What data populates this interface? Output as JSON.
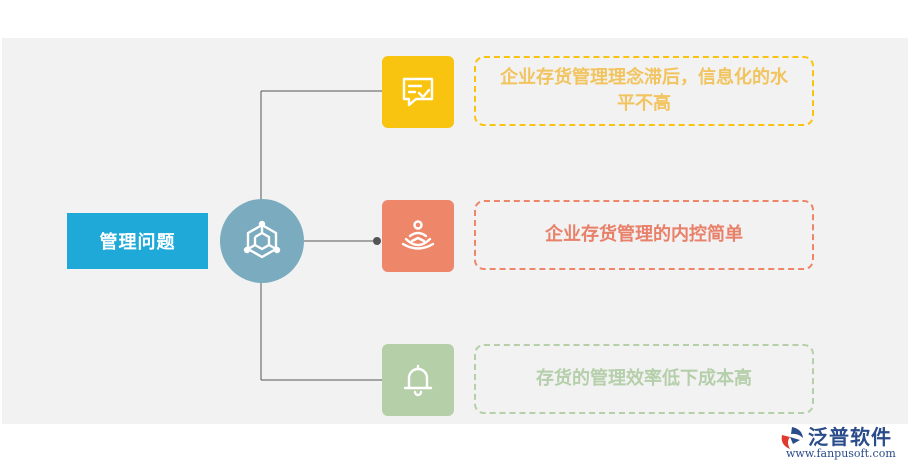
{
  "root": {
    "label": "管理问题"
  },
  "branches": [
    {
      "text": "企业存货管理理念滞后，信息化的水平不高",
      "icon": "message-check-icon",
      "color": "#f9c40f",
      "text_color": "#f2c45f"
    },
    {
      "text": "企业存货管理的内控简单",
      "icon": "meditation-person-icon",
      "color": "#ee8769",
      "text_color": "#e8806a"
    },
    {
      "text": "存货的管理效率低下成本高",
      "icon": "bell-icon",
      "color": "#b5cfa9",
      "text_color": "#b6cfab"
    }
  ],
  "watermark": {
    "name": "泛普软件",
    "url": "www.fanpusoft.com"
  }
}
